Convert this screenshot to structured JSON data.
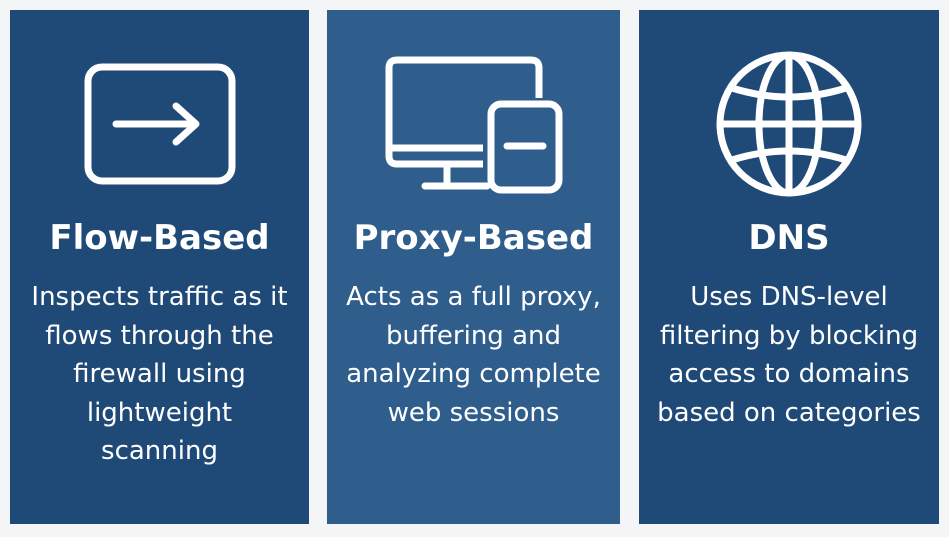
{
  "cards": [
    {
      "icon": "arrow-right-box-icon",
      "title": "Flow-Based",
      "description": "Inspects traffic as it flows through the firewall using lightweight scanning"
    },
    {
      "icon": "monitor-device-icon",
      "title": "Proxy-Based",
      "description": "Acts as a full proxy, buffering and analyzing complete web sessions"
    },
    {
      "icon": "globe-icon",
      "title": "DNS",
      "description": "Uses DNS-level filtering by blocking access to domains based on categories"
    }
  ],
  "colors": {
    "background": "#f4f5f7",
    "card_dark": "#1f4a77",
    "card_light": "#2f5d8c",
    "text": "#ffffff"
  }
}
